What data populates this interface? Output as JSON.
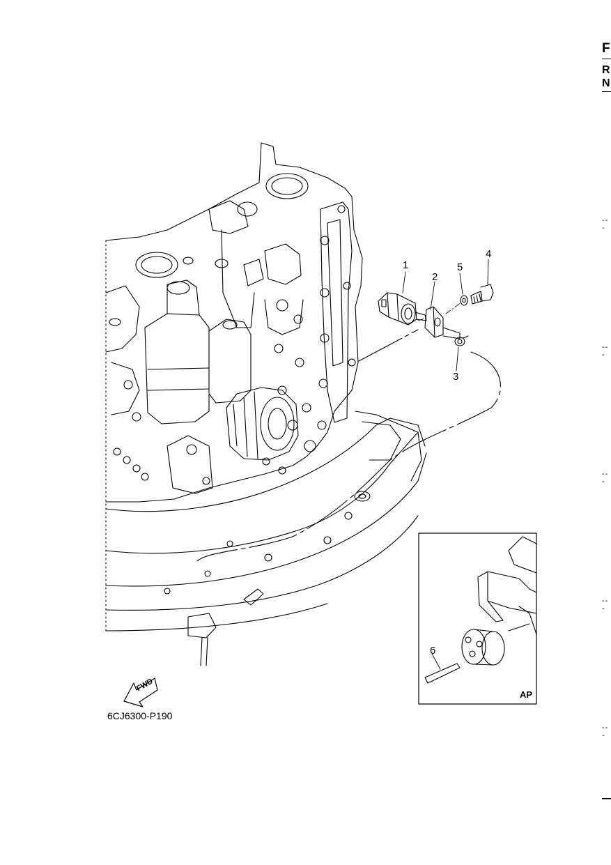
{
  "corner": {
    "letters": [
      "F",
      "R",
      "N"
    ]
  },
  "callouts": {
    "c1": "1",
    "c2": "2",
    "c3": "3",
    "c4": "4",
    "c5": "5",
    "c6": "6"
  },
  "inset": {
    "tag": "AP"
  },
  "fwd_arrow": {
    "label": "FWD",
    "icon": "forward-arrow-icon"
  },
  "drawing_code": "6CJ6300-P190",
  "margin_marks": {
    "dash": "---",
    "end": "—"
  }
}
